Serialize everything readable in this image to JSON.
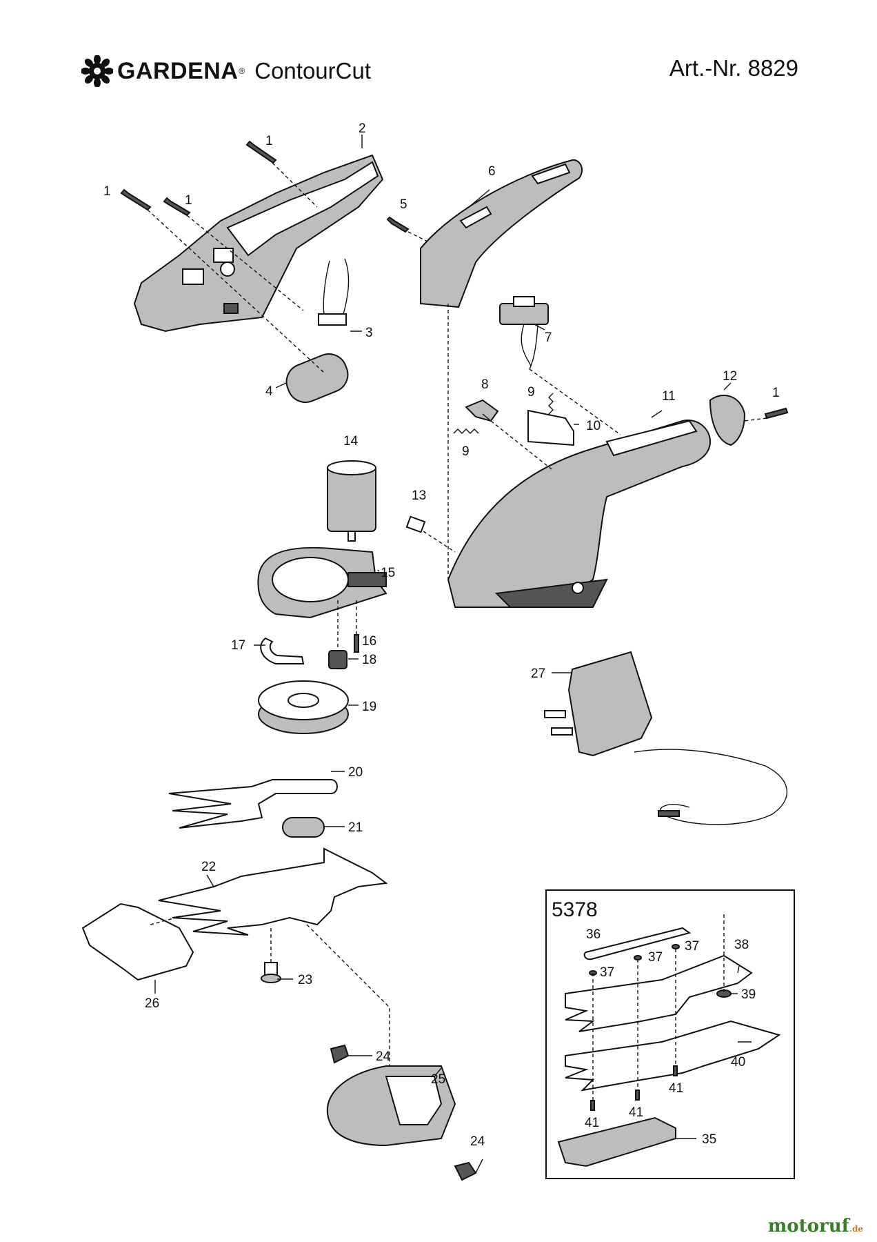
{
  "header": {
    "brand": "GARDENA",
    "brand_mark": "®",
    "product": "ContourCut",
    "article": "Art.-Nr. 8829"
  },
  "callouts": {
    "p1a": "1",
    "p1b": "1",
    "p1c": "1",
    "p1d": "1",
    "p2": "2",
    "p3": "3",
    "p4": "4",
    "p5": "5",
    "p6": "6",
    "p7": "7",
    "p8": "8",
    "p9a": "9",
    "p9b": "9",
    "p10": "10",
    "p11": "11",
    "p12": "12",
    "p13": "13",
    "p14": "14",
    "p15": "15",
    "p16": "16",
    "p17": "17",
    "p18": "18",
    "p19": "19",
    "p20": "20",
    "p21": "21",
    "p22": "22",
    "p23": "23",
    "p24a": "24",
    "p24b": "24",
    "p25": "25",
    "p26": "26",
    "p27": "27"
  },
  "kit": {
    "title": "5378",
    "p35": "35",
    "p36": "36",
    "p37a": "37",
    "p37b": "37",
    "p37c": "37",
    "p38": "38",
    "p39": "39",
    "p40": "40",
    "p41a": "41",
    "p41b": "41",
    "p41c": "41"
  },
  "watermark": {
    "text": "motoruf",
    "suffix": ".de"
  }
}
